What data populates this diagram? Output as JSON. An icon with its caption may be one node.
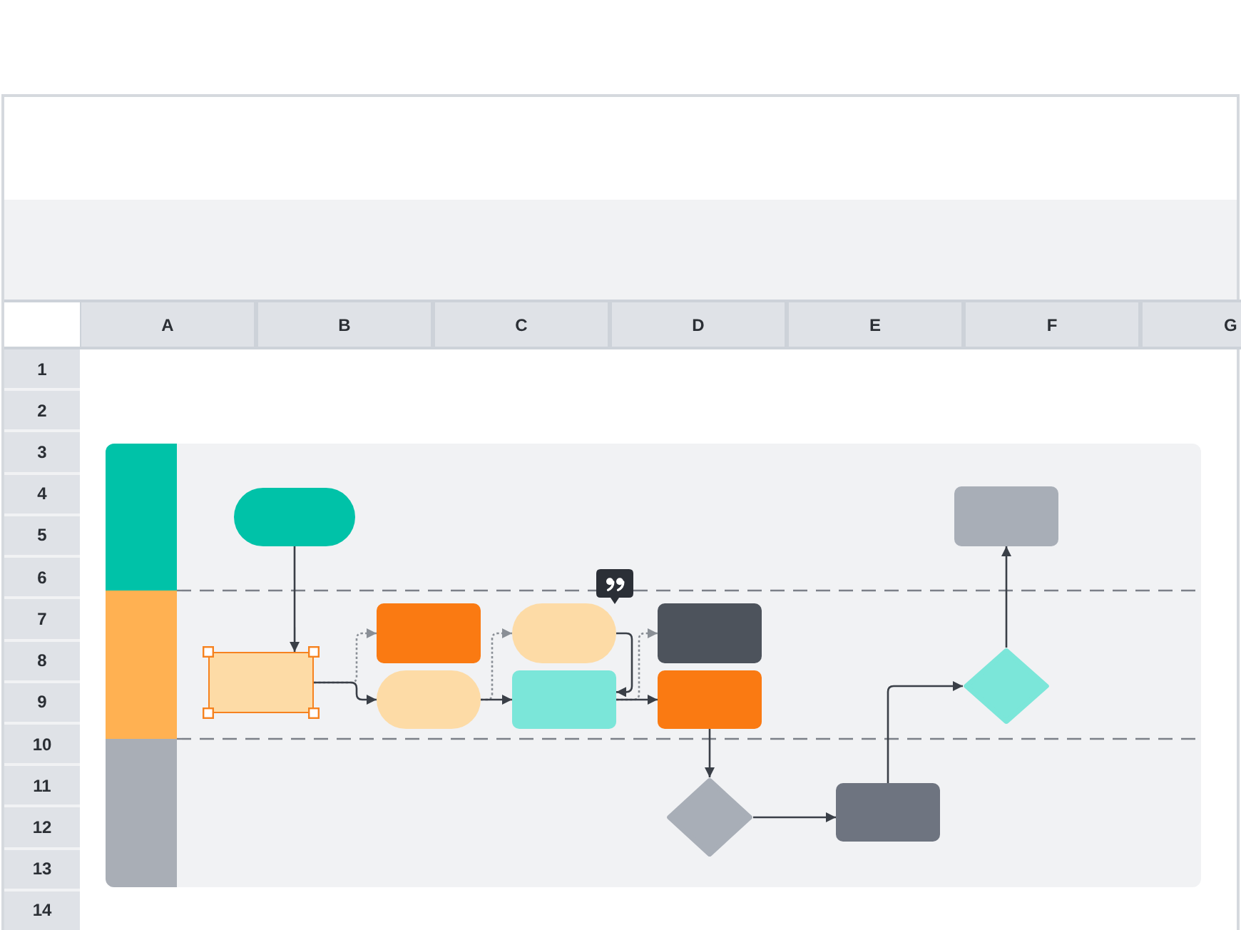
{
  "diagram": {
    "nodes": [
      {
        "text": [],
        "shape": "pill"
      },
      {
        "text": [],
        "shape": "box"
      },
      {
        "text": [],
        "shape": "box"
      },
      {
        "text": [],
        "shape": "pill"
      },
      {
        "text": [],
        "shape": "pill"
      },
      {
        "text": [],
        "shape": "box"
      },
      {
        "text": [],
        "shape": "box"
      },
      {
        "text": [],
        "shape": "box"
      },
      {
        "text": [],
        "shape": "diamond"
      },
      {
        "text": [],
        "shape": "box"
      },
      {
        "text": [],
        "shape": "diamond"
      },
      {
        "text": [],
        "shape": "box"
      }
    ],
    "edges": [
      {
        "from": 0,
        "to": 1,
        "arrow": "to"
      },
      {
        "from": 1,
        "to": 2,
        "arrow": "to",
        "style": "dashed",
        "color": "#8a8f96"
      },
      {
        "from": 1,
        "to": 3,
        "arrow": "to"
      },
      {
        "from": 3,
        "to": 4,
        "arrow": "to",
        "style": "dashed",
        "color": "#8a8f96"
      },
      {
        "from": 3,
        "to": 5,
        "arrow": "to"
      },
      {
        "from": 4,
        "to": 5,
        "arrow": "to"
      },
      {
        "from": 5,
        "to": 6,
        "arrow": "to",
        "style": "dashed",
        "color": "#8a8f96"
      },
      {
        "from": 5,
        "to": 7,
        "arrow": "to"
      },
      {
        "from": 7,
        "to": 8,
        "arrow": "to"
      },
      {
        "from": 8,
        "to": 9,
        "arrow": "to"
      },
      {
        "from": 9,
        "to": 10,
        "arrow": "to"
      },
      {
        "from": 10,
        "to": 11,
        "arrow": "to"
      }
    ],
    "labels": [
      "A",
      "B",
      "C",
      "D",
      "E",
      "F",
      "G",
      "1",
      "2",
      "3",
      "4",
      "5",
      "6",
      "7",
      "8",
      "9",
      "10",
      "11",
      "12",
      "13",
      "14"
    ]
  }
}
